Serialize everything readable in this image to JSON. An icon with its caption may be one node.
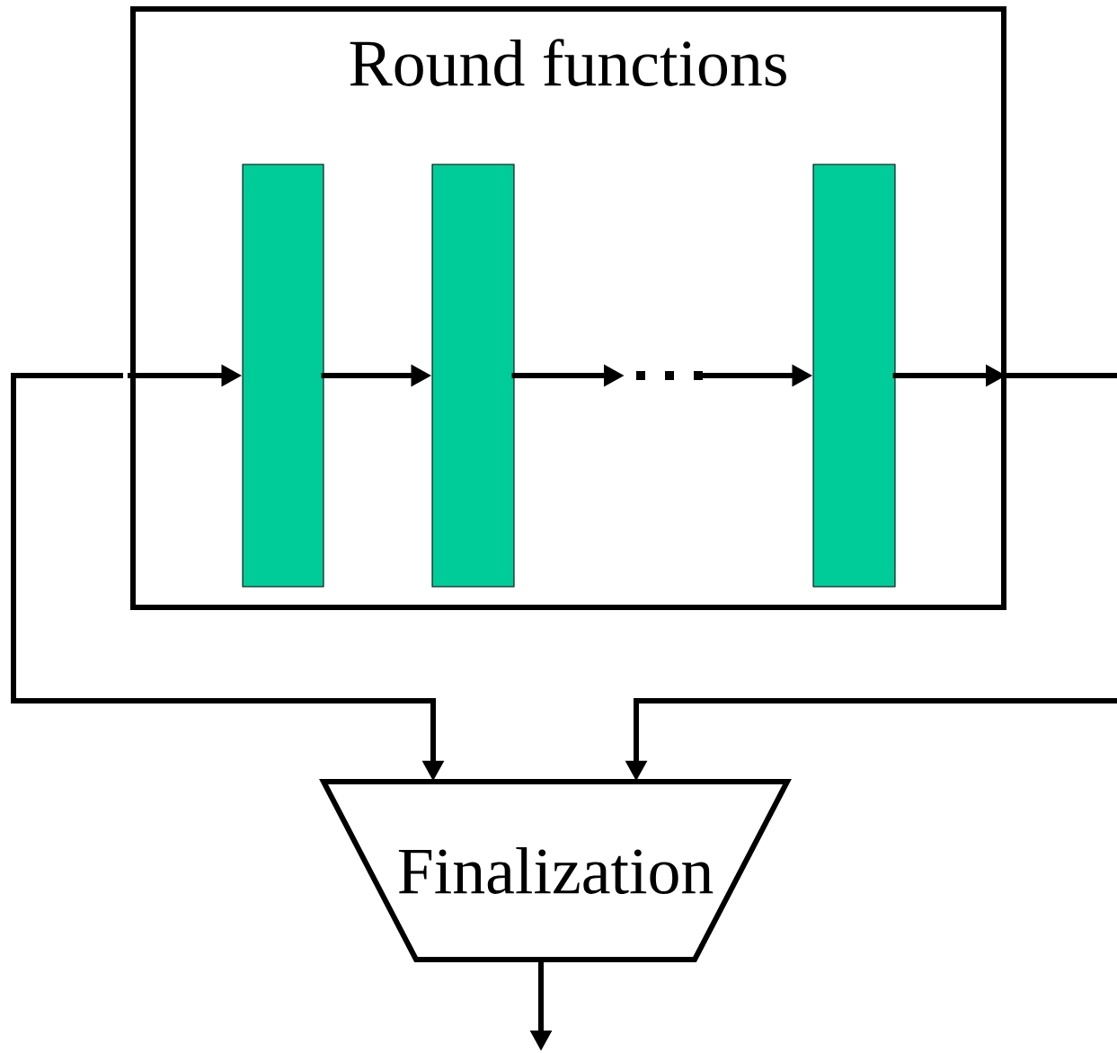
{
  "diagram": {
    "nodes": [
      {
        "text": [
          "Round functions"
        ]
      },
      {
        "text": [],
        "shape": "bar",
        "in": 0
      },
      {
        "text": [],
        "shape": "bar",
        "in": 0
      },
      {
        "text": [],
        "shape": "bar",
        "in": 0
      },
      {
        "text": [
          "Finalization"
        ]
      }
    ],
    "edges": [
      {
        "from": 0,
        "to": 1,
        "arrow": "to"
      },
      {
        "from": 1,
        "to": 2,
        "arrow": "to"
      },
      {
        "from": 2,
        "to": null,
        "arrow": "to"
      },
      {
        "from": null,
        "to": 3,
        "arrow": "to"
      },
      {
        "from": 3,
        "to": 0,
        "arrow": "to"
      },
      {
        "from": 0,
        "to": null,
        "arrow": "none"
      },
      {
        "from": 0,
        "to": 4,
        "arrow": "to"
      },
      {
        "from": null,
        "to": 4,
        "arrow": "to"
      },
      {
        "from": 4,
        "to": null,
        "arrow": "to"
      }
    ]
  }
}
